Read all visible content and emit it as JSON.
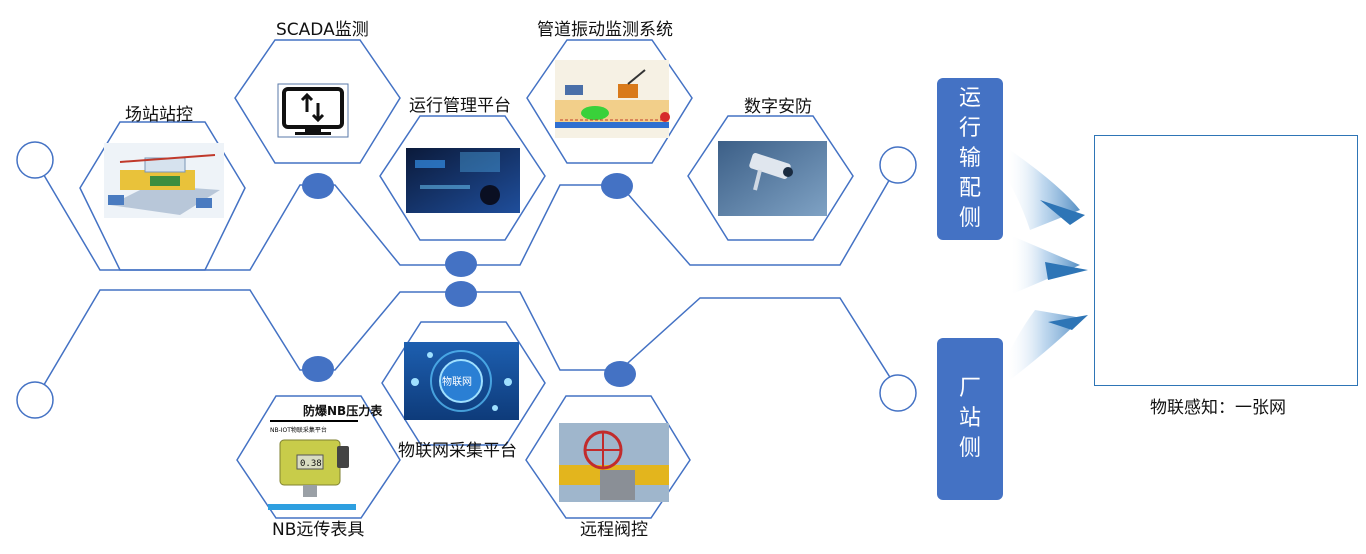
{
  "nodes": {
    "station_control": "场站站控",
    "scada": "SCADA监测",
    "ops_platform": "运行管理平台",
    "pipeline_vibration": "管道振动监测系统",
    "digital_security": "数字安防",
    "iot_platform": "物联网采集平台",
    "nb_meter": "NB远传表具",
    "remote_valve": "远程阀控"
  },
  "side_labels": {
    "transport": [
      "运",
      "行",
      "输",
      "配",
      "侧"
    ],
    "plant": [
      "厂",
      "站",
      "侧"
    ]
  },
  "image_text": {
    "iot_banner": "物联网",
    "meter_title": "防爆NB压力表",
    "meter_sub": "NB-IOT物联采集平台",
    "meter_display": "0.38"
  },
  "caption": "物联感知：一张网",
  "colors": {
    "accent": "#4472c4",
    "line": "#4472c4",
    "arrow": "#2e75b6"
  },
  "icons": [
    "globe-icon",
    "home-icon",
    "user-icon",
    "lock-icon",
    "location-icon",
    "chart-icon",
    "cloud-icon",
    "wifi-icon",
    "play-icon",
    "cart-icon",
    "settings-icon",
    "chat-icon",
    "mail-icon",
    "mic-icon",
    "shopping-tag-icon"
  ]
}
